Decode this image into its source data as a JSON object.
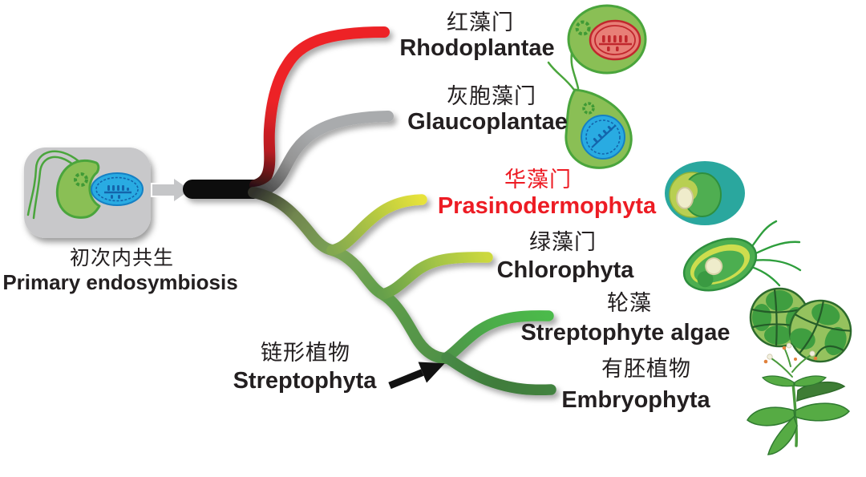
{
  "diagram_title": "Primary endosymbiosis algal phylogeny",
  "endosymbiosis": {
    "label_zh": "初次内共生",
    "label_en": "Primary endosymbiosis",
    "icons": [
      "host-cell-icon",
      "cyanobacterium-icon",
      "transfer-arrow-icon"
    ]
  },
  "streptophyta_clade": {
    "label_zh": "链形植物",
    "label_en": "Streptophyta",
    "pointer": "black-arrow-icon"
  },
  "lineages": [
    {
      "id": "rhodoplantae",
      "label_zh": "红藻门",
      "label_en": "Rhodoplantae",
      "branch_color": "#ed2228",
      "text_color": "#231f20",
      "icon": "red-alga-cell-icon"
    },
    {
      "id": "glaucoplantae",
      "label_zh": "灰胞藻门",
      "label_en": "Glaucoplantae",
      "branch_color": "#a9abad",
      "text_color": "#231f20",
      "icon": "glaucophyte-cell-icon"
    },
    {
      "id": "prasinodermophyta",
      "label_zh": "华藻门",
      "label_en": "Prasinodermophyta",
      "branch_color": "#e7e23a",
      "text_color": "#ed1c24",
      "icon": "prasinoderma-cell-icon"
    },
    {
      "id": "chlorophyta",
      "label_zh": "绿藻门",
      "label_en": "Chlorophyta",
      "branch_color": "#ccd83e",
      "text_color": "#231f20",
      "icon": "chlorophyte-cell-icon"
    },
    {
      "id": "streptophyte_algae",
      "label_zh": "轮藻",
      "label_en": "Streptophyte algae",
      "branch_color": "#4cba4b",
      "text_color": "#231f20",
      "icon": "streptophyte-algae-icon"
    },
    {
      "id": "embryophyta",
      "label_zh": "有胚植物",
      "label_en": "Embryophyta",
      "branch_color": "#43823f",
      "text_color": "#231f20",
      "icon": "land-plant-icon"
    }
  ],
  "colors": {
    "trunk": "#070707",
    "box_fill": "#c8c8ca",
    "cell_green": "#8abf55",
    "cell_green_stroke": "#4aa53c",
    "plastid_blue": "#29abe2",
    "plastid_red": "#e87f77",
    "teal_cell": "#2aa79e",
    "accent_red_text": "#ed1c24"
  }
}
